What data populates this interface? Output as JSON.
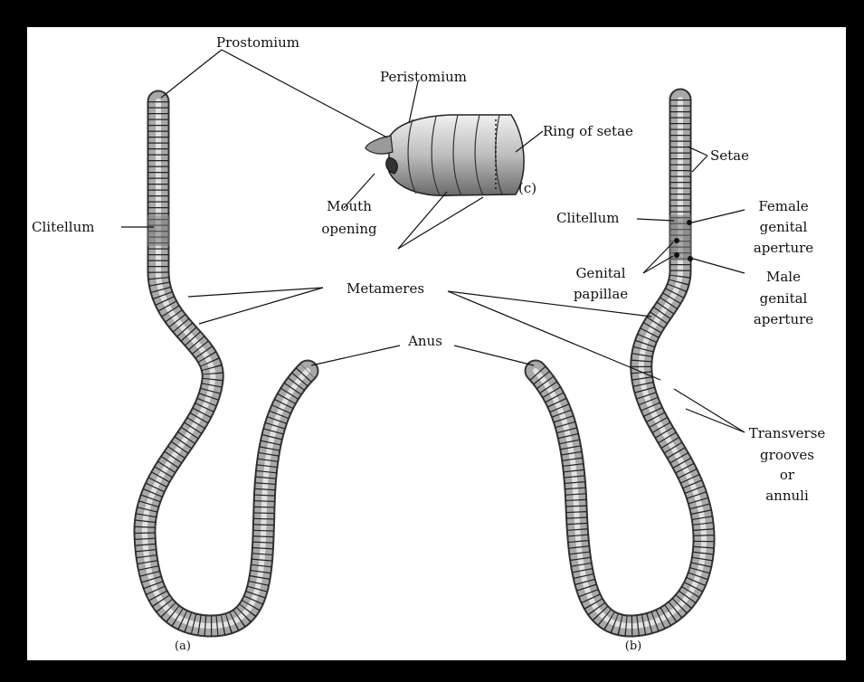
{
  "labels": {
    "prostomium": "Prostomium",
    "peristomium": "Peristomium",
    "ring_of_setae": "Ring of setae",
    "mouth_opening_l1": "Mouth",
    "mouth_opening_l2": "opening",
    "fig_c": "(c)",
    "clitellum_a": "Clitellum",
    "metameres": "Metameres",
    "anus": "Anus",
    "setae": "Setae",
    "clitellum_b": "Clitellum",
    "female_l1": "Female",
    "female_l2": "genital",
    "female_l3": "aperture",
    "genital_l1": "Genital",
    "genital_l2": "papillae",
    "male_l1": "Male",
    "male_l2": "genital",
    "male_l3": "aperture",
    "transverse_l1": "Transverse",
    "transverse_l2": "grooves",
    "transverse_l3": "or",
    "transverse_l4": "annuli",
    "fig_a": "(a)",
    "fig_b": "(b)"
  }
}
